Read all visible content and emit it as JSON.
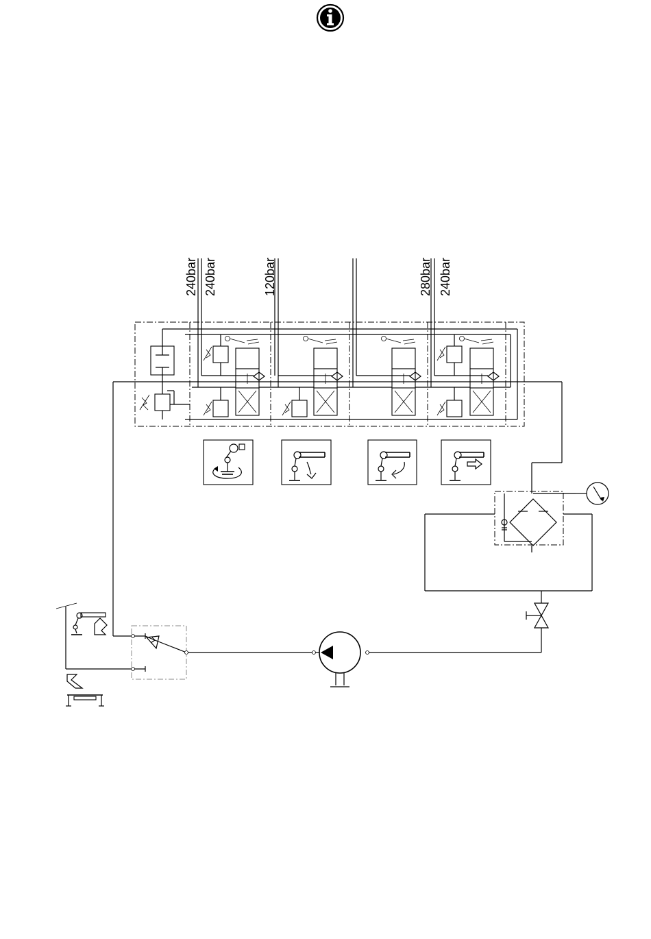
{
  "page": {
    "info_icon": "info-icon"
  },
  "pressure_labels": [
    {
      "text": "240bar"
    },
    {
      "text": "240bar"
    },
    {
      "text": "120bar"
    },
    {
      "text": "280bar"
    },
    {
      "text": "240bar"
    }
  ],
  "function_icons": [
    "boom-swing-icon",
    "boom-lower-icon",
    "boom-rotate-icon",
    "boom-extend-icon"
  ],
  "side_icons": [
    "crane-boom-icon",
    "outrigger-icon",
    "stabilizer-leg-icon",
    "support-frame-icon"
  ],
  "components": [
    "control-valve-block",
    "return-filter",
    "pressure-gauge",
    "shutoff-valve",
    "hydraulic-pump",
    "selector-valve"
  ]
}
